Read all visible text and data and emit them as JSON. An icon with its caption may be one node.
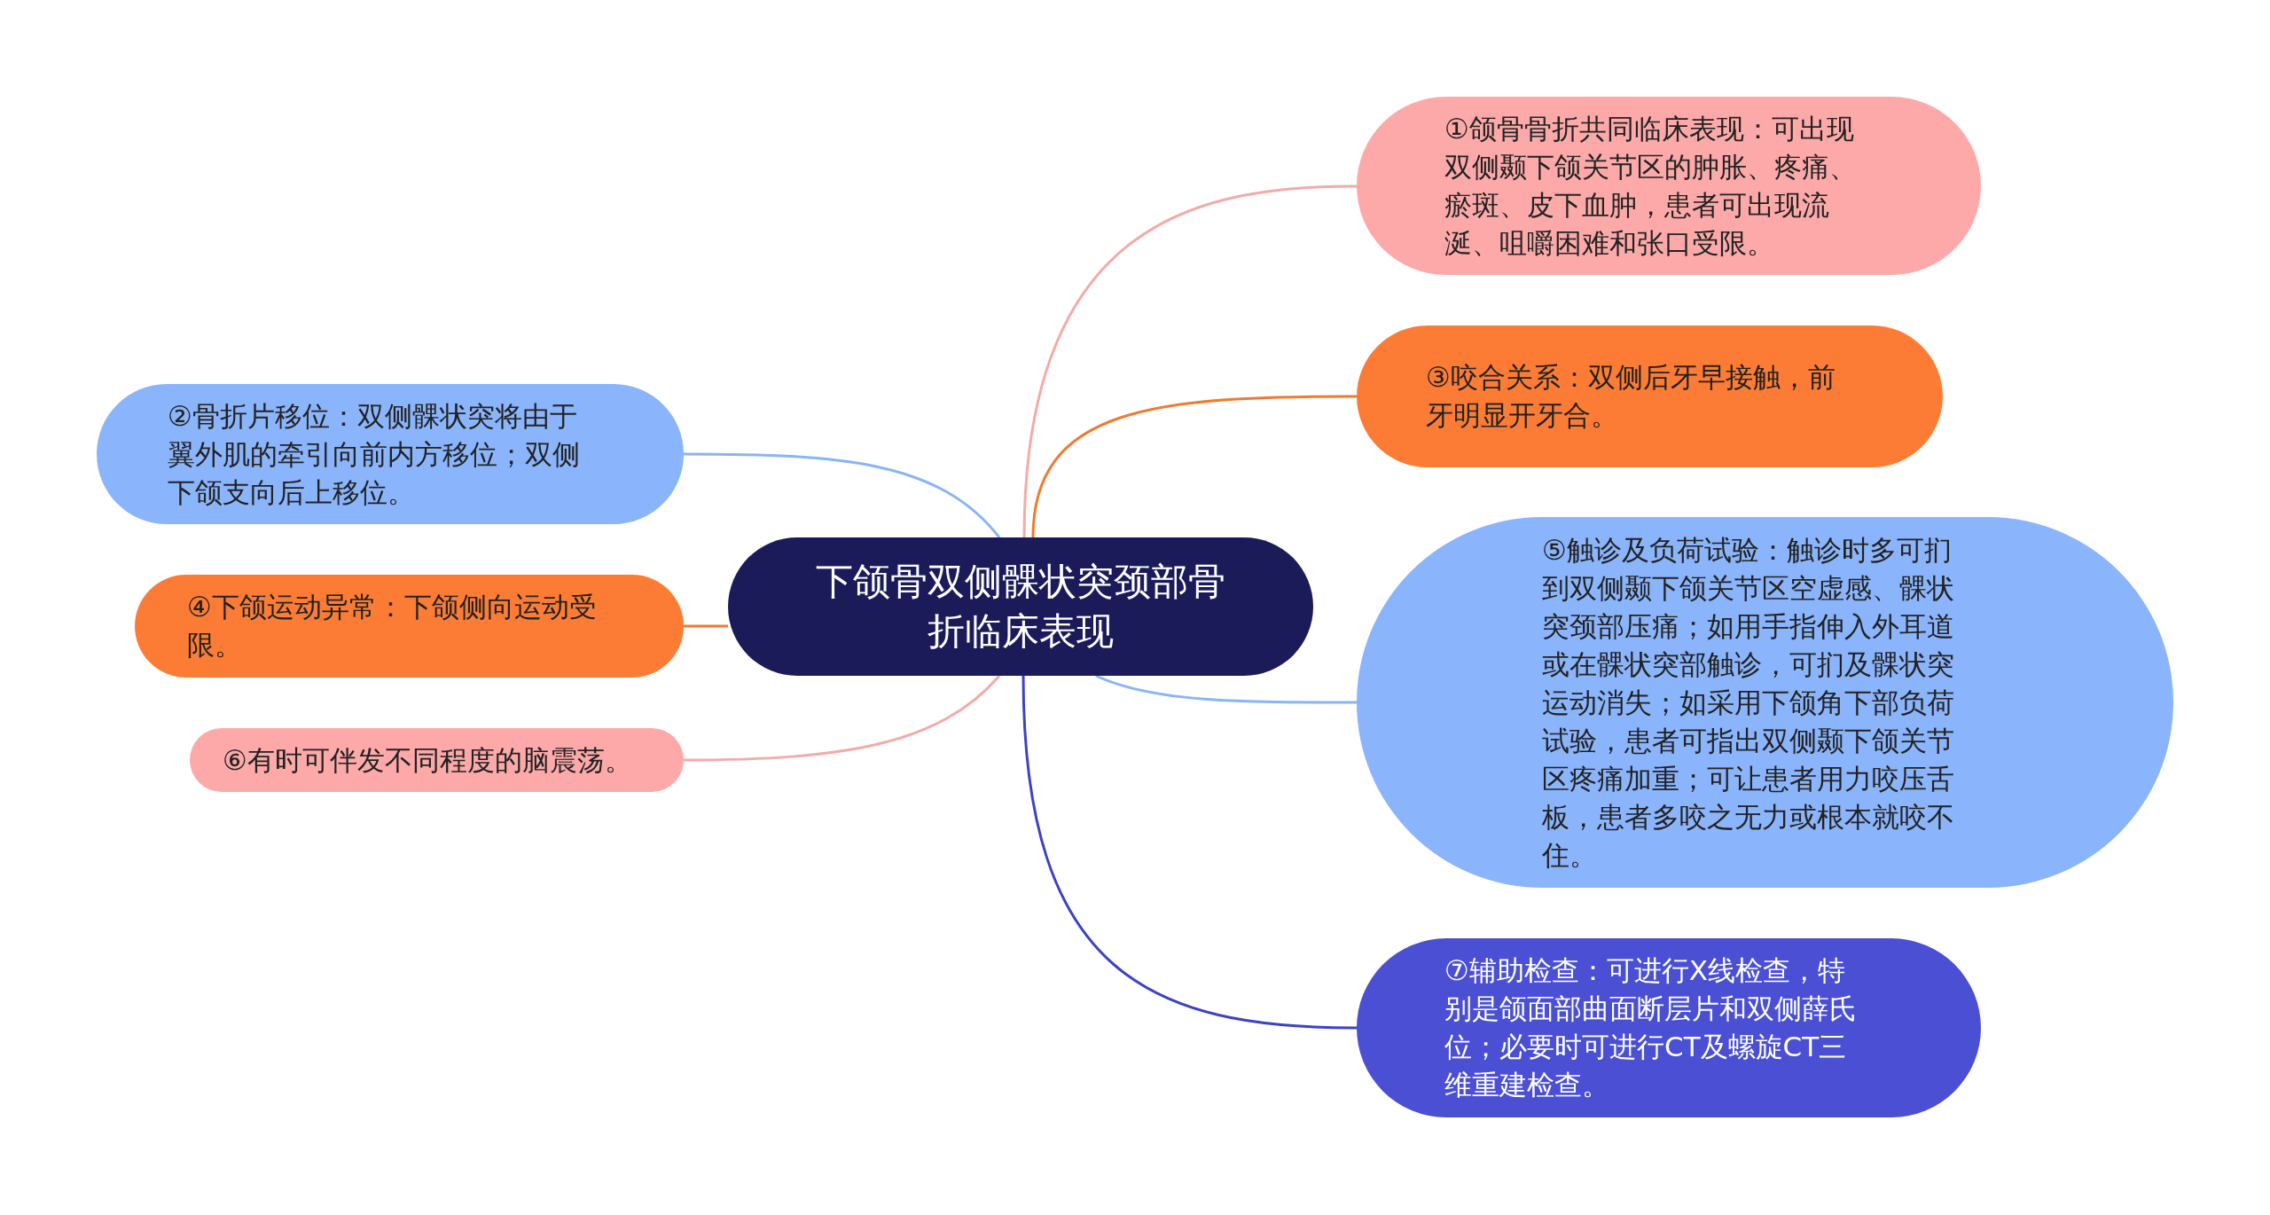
{
  "diagram": {
    "nodes": [
      {
        "text": [
          "下颌骨双侧髁状突颈部骨折临床表现"
        ]
      },
      {
        "text": [
          "①颌骨骨折共同临床表现：可出现双侧颞下颌关节区的肿胀、疼痛、瘀斑、皮下血肿，患者可出现流涎、咀嚼困难和张口受限。"
        ]
      },
      {
        "text": [
          "②骨折片移位：双侧髁状突将由于翼外肌的牵引向前内方移位；双侧下颌支向后上移位。"
        ]
      },
      {
        "text": [
          "③咬合关系：双侧后牙早接触，前牙明显开牙合。"
        ]
      },
      {
        "text": [
          "④下颌运动异常：下颌侧向运动受限。"
        ]
      },
      {
        "text": [
          "⑤触诊及负荷试验：触诊时多可扪到双侧颞下颌关节区空虚感、髁状突颈部压痛；如用手指伸入外耳道或在髁状突部触诊，可扪及髁状突运动消失；如采用下颌角下部负荷试验，患者可指出双侧颞下颌关节区疼痛加重；可让患者用力咬压舌板，患者多咬之无力或根本就咬不住。"
        ]
      },
      {
        "text": [
          "⑥有时可伴发不同程度的脑震荡。"
        ]
      },
      {
        "text": [
          "⑦辅助检查：可进行X线检查，特别是颌面部曲面断层片和双侧薛氏位；必要时可进行CT及螺旋CT三维重建检查。"
        ]
      }
    ],
    "edges": [
      {
        "from": 0,
        "to": 1,
        "arrow": "none",
        "color": "#f4aaa7"
      },
      {
        "from": 0,
        "to": 2,
        "arrow": "none",
        "color": "#8ab4f8"
      },
      {
        "from": 0,
        "to": 3,
        "arrow": "none",
        "color": "#f07a2f"
      },
      {
        "from": 0,
        "to": 4,
        "arrow": "none",
        "color": "#f07a2f"
      },
      {
        "from": 0,
        "to": 5,
        "arrow": "none",
        "color": "#8ab4f8"
      },
      {
        "from": 0,
        "to": 6,
        "arrow": "none",
        "color": "#f4aaa7"
      },
      {
        "from": 0,
        "to": 7,
        "arrow": "none",
        "color": "#3c43c4"
      }
    ]
  }
}
